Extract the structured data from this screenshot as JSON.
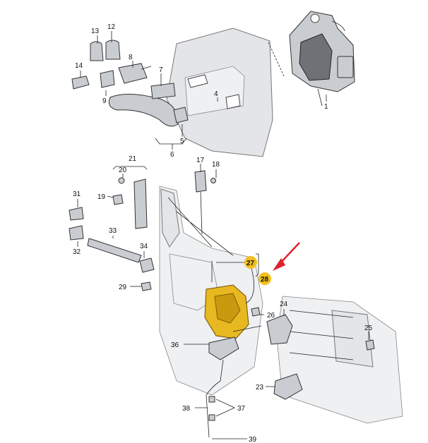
{
  "labels": {
    "l1": "1",
    "l4": "4",
    "l5": "5",
    "l6": "6",
    "l7": "7",
    "l8": "8",
    "l9": "9",
    "l12": "12",
    "l13": "13",
    "l14": "14",
    "l17": "17",
    "l18": "18",
    "l19": "19",
    "l20": "20",
    "l21": "21",
    "l23": "23",
    "l24": "24",
    "l25": "25",
    "l26": "26",
    "l27": "27",
    "l28": "28",
    "l29": "29",
    "l31": "31",
    "l32": "32",
    "l33": "33",
    "l34": "34",
    "l36": "36",
    "l37": "37",
    "l38": "38",
    "l39": "39"
  },
  "highlight": {
    "badge_color": "#f0c020",
    "arrow_color": "#e0202a",
    "lock_color": "#e8b820"
  }
}
